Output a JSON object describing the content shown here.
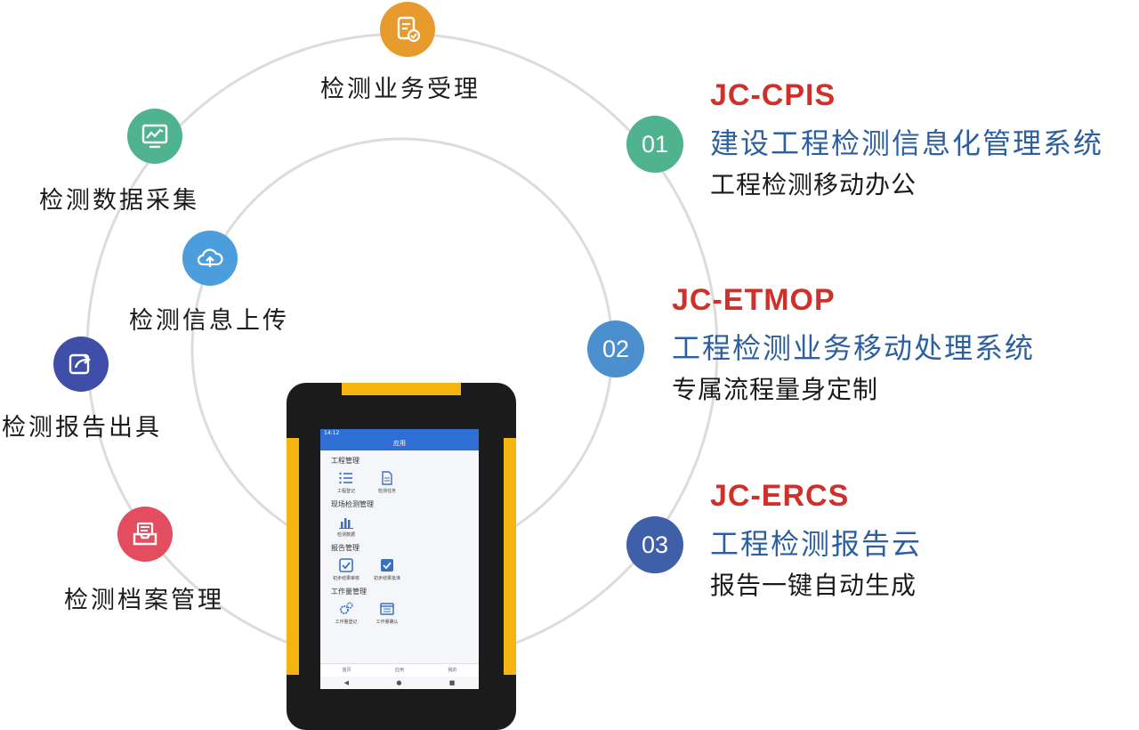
{
  "colors": {
    "ring": "#dcdcdc",
    "orange": "#e79b2c",
    "green": "#4fb38f",
    "blue": "#4b9edb",
    "indigo": "#3f4fa8",
    "red": "#e24d5f",
    "num1": "#4fb38f",
    "num2": "#4b8fcf",
    "num3": "#3f5fa8",
    "code_red": "#d0302a",
    "sys_blue": "#2c5fa0"
  },
  "nodes": [
    {
      "label": "检测业务受理",
      "icon": "document-check-icon",
      "color": "orange"
    },
    {
      "label": "检测数据采集",
      "icon": "monitor-chart-icon",
      "color": "green"
    },
    {
      "label": "检测信息上传",
      "icon": "cloud-upload-icon",
      "color": "blue"
    },
    {
      "label": "检测报告出具",
      "icon": "edit-share-icon",
      "color": "indigo"
    },
    {
      "label": "检测档案管理",
      "icon": "inbox-tray-icon",
      "color": "red"
    }
  ],
  "systems": [
    {
      "num": "01",
      "code": "JC-CPIS",
      "name": "建设工程检测信息化管理系统",
      "sub": "工程检测移动办公"
    },
    {
      "num": "02",
      "code": "JC-ETMOP",
      "name": "工程检测业务移动处理系统",
      "sub": "专属流程量身定制"
    },
    {
      "num": "03",
      "code": "JC-ERCS",
      "name": "工程检测报告云",
      "sub": "报告一键自动生成"
    }
  ],
  "device": {
    "status_time": "14:12",
    "app_title": "应用",
    "sections": [
      {
        "title": "工程管理",
        "apps": [
          "工程登记",
          "检测任务"
        ]
      },
      {
        "title": "现场检测管理",
        "apps": [
          "检测数据"
        ]
      },
      {
        "title": "报告管理",
        "apps": [
          "初步结果审核",
          "初步结果批准"
        ]
      },
      {
        "title": "工作量管理",
        "apps": [
          "工作量登记",
          "工作量确认"
        ]
      }
    ],
    "tabs": [
      "首页",
      "应用",
      "我的"
    ],
    "nav": [
      "◀",
      "●",
      "■"
    ]
  }
}
